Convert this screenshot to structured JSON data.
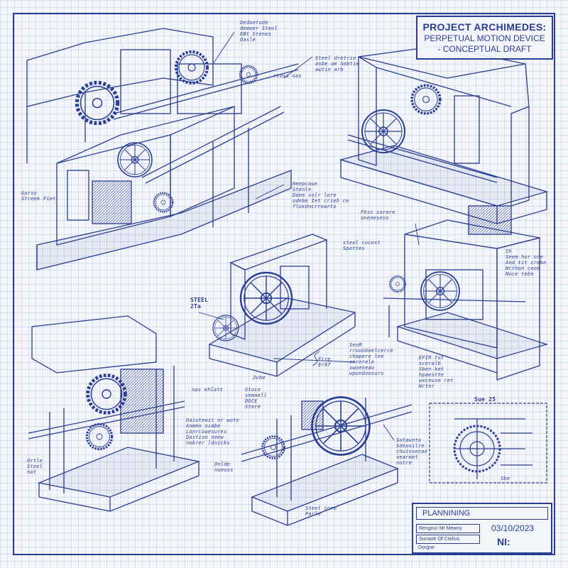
{
  "title_block": {
    "line1": "PROJECT ARCHIMEDES:",
    "line2": "PERPETUAL MOTION DEVICE",
    "line3": "- CONCEPTUAL DRAFT"
  },
  "stamp_block": {
    "header": "PLANNINING",
    "field1": "Rengnur Mt Mewny",
    "field2": "Sunaotr Of Ctelius",
    "field3": "Dorgne",
    "date": "03/10/2023",
    "code": "NI:"
  },
  "labels": {
    "top_note": "Oedoetode\ndemuer Steol\n6Bt Stenes\nOasle",
    "steel_note1": "Steel dretrie\nasbe ae Sebtie\nawtin arb",
    "arrow_note1": "rtoss nas",
    "mid_note1": "Heepcaue\nStenle\nDaee solr lore\nodebe Iet crieh ce\nfloxdncrroarts",
    "left_note1": "Gursy\nStreek Fiet",
    "right_mid_note": "Fbss sorare\nonenesens",
    "center_note1": "steol cocest\nSpottes",
    "steel_label": "STEEL\n2Ta",
    "center_note2": "SeoR\nrrounbeelcerce\nchapere lee\nsnrerele\nswoeneao\nwpondoosurs",
    "right_note1": "Sh\nSeem hor ore\nAnd tit crebe\nWcthon ceoe\nNoce tebe",
    "right_note2": "EFIR tst\nsceralb\nSben ket\nhpaestte\nweceuse ret\nWrter",
    "fire_label": "Fire\nEr97",
    "steel_steel": "Stoce\nsemnell\nDOCE\nStere",
    "lower_note": "Oaiutewic or wote\nAnmen nimbe\nLonrcouesures\nDastion neew\nnokrer ldnicks",
    "left_lower_note": "Ortle\nSteel\nnat",
    "scale_label": "Sue 25",
    "bottom_notes": "Onlde\nnueuss",
    "center_bottom": "Steel core\nParle",
    "right_lower_note": "Sotaunto\nSdeooilre\nchuinsenae\nvearmet\nnotre",
    "small_label1": "2vbe",
    "small_label2": "Sbe",
    "gear_note": "nas ehlatt"
  }
}
